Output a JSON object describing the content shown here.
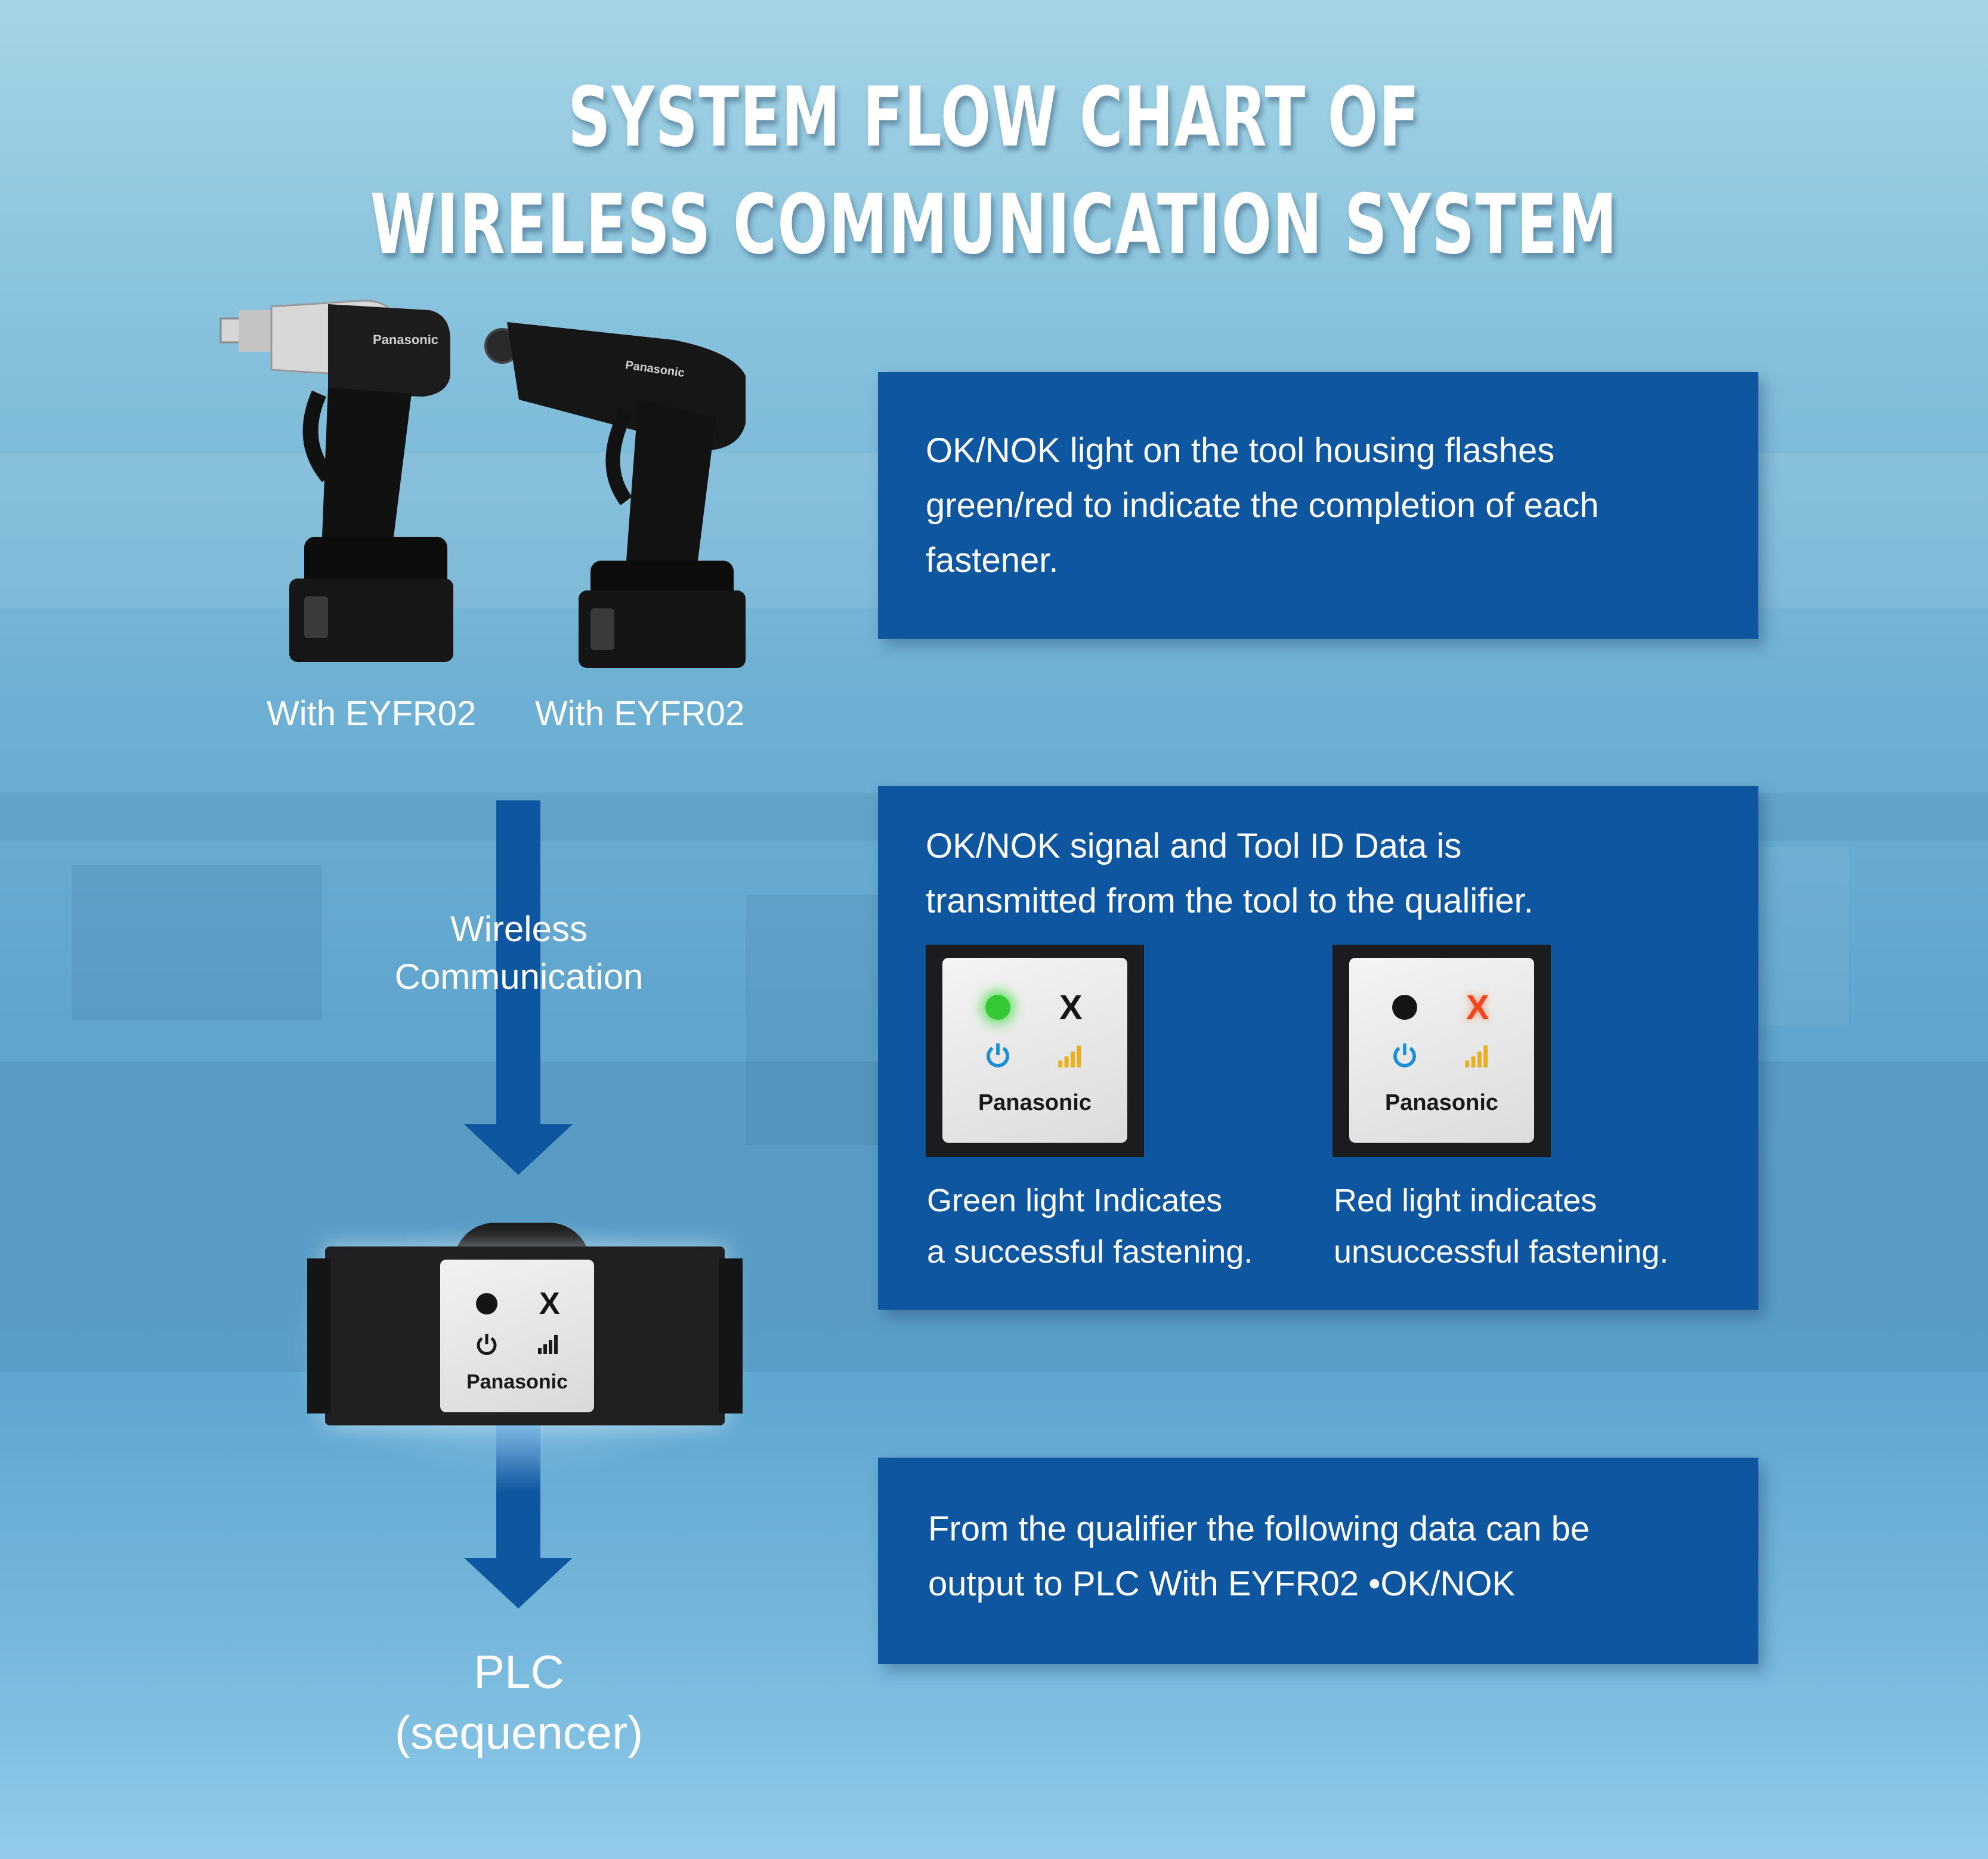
{
  "title": {
    "line1": "SYSTEM FLOW CHART OF",
    "line2": "WIRELESS COMMUNICATION SYSTEM"
  },
  "tools": {
    "brand": "Panasonic",
    "left_label": "With EYFR02",
    "right_label": "With EYFR02"
  },
  "flow": {
    "wireless_line1": "Wireless",
    "wireless_line2": "Communication",
    "plc_line1": "PLC",
    "plc_line2": "(sequencer)"
  },
  "qualifier": {
    "brand": "Panasonic",
    "x_symbol": "X"
  },
  "boxes": {
    "box1": {
      "line1": "OK/NOK light on the tool housing flashes",
      "line2": "green/red to indicate the completion of each",
      "line3": "fastener."
    },
    "box2": {
      "line1": "OK/NOK signal and Tool ID Data is",
      "line2": "transmitted from the tool to the qualifier.",
      "green_panel": {
        "brand": "Panasonic",
        "x_symbol": "X",
        "caption1": "Green light Indicates",
        "caption2": "a successful fastening."
      },
      "red_panel": {
        "brand": "Panasonic",
        "x_symbol": "X",
        "caption1": "Red light indicates",
        "caption2": "unsuccessful fastening."
      }
    },
    "box3": {
      "line1": "From the qualifier the following data can be",
      "line2": "output to PLC With EYFR02 •OK/NOK"
    }
  },
  "colors": {
    "box_blue": "#0e56a0",
    "ok_green": "#34c934",
    "nok_red": "#f0451e",
    "signal_yellow": "#e8b020",
    "power_blue": "#1a8fd6"
  }
}
